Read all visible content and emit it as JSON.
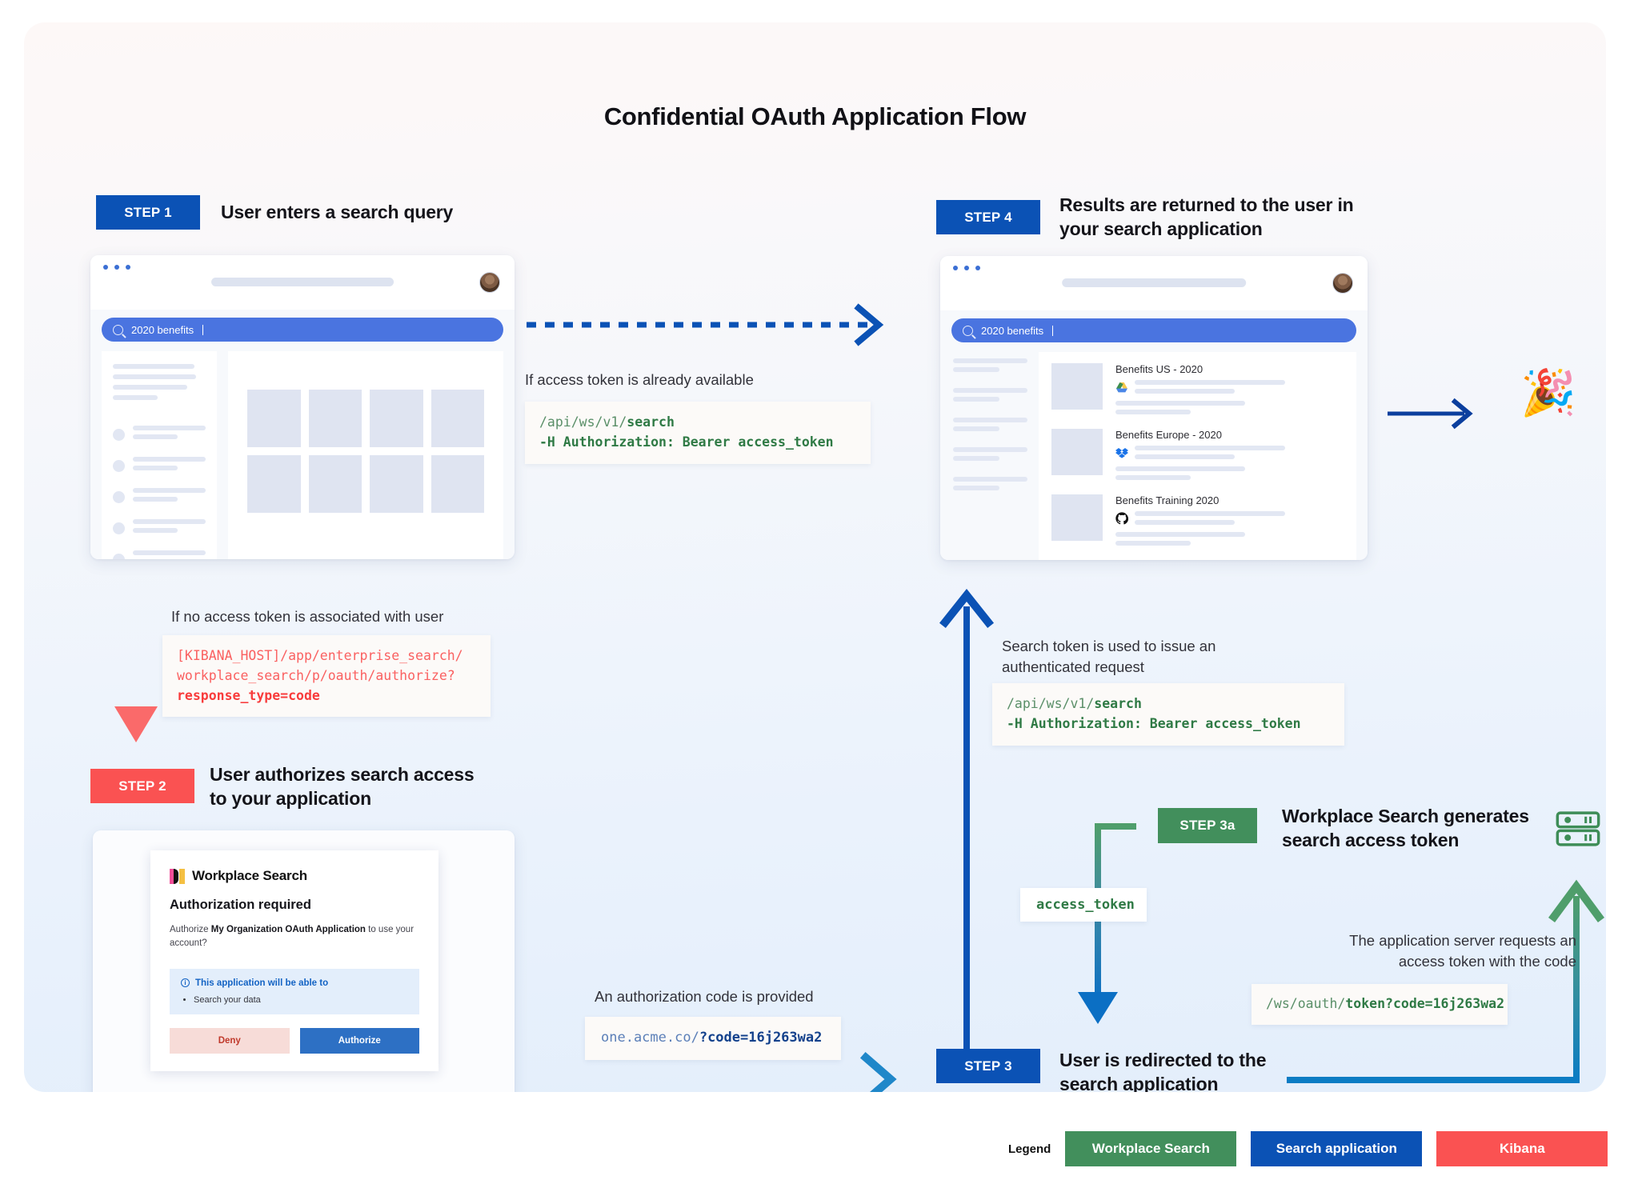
{
  "title": "Confidential OAuth Application Flow",
  "steps": {
    "step1": {
      "pill": "STEP 1",
      "label": "User enters a search query"
    },
    "step2": {
      "pill": "STEP 2",
      "label": "User authorizes search access\nto your application"
    },
    "step3": {
      "pill": "STEP 3",
      "label": "User is redirected to the\nsearch application"
    },
    "step3a": {
      "pill": "STEP 3a",
      "label": "Workplace Search generates\nsearch access token"
    },
    "step4": {
      "pill": "STEP 4",
      "label": "Results are returned to the user in\nyour search application"
    }
  },
  "search_app": {
    "query": "2020 benefits",
    "search_icon": "magnifier-icon",
    "avatar": "user-avatar"
  },
  "results": [
    {
      "title": "Benefits US - 2020",
      "source_icon": "google-drive-icon"
    },
    {
      "title": "Benefits Europe - 2020",
      "source_icon": "dropbox-icon"
    },
    {
      "title": "Benefits Training 2020",
      "source_icon": "github-icon"
    }
  ],
  "notes": {
    "token_available": "If access token is already available",
    "no_token": "If no access token is associated with user",
    "search_token_used": "Search token is used to issue an\nauthenticated request",
    "auth_code_provided": "An authorization code is provided",
    "server_requests_token": "The application server requests an\naccess token with the code"
  },
  "code": {
    "search_request_1": {
      "dim": "/api/ws/v1/",
      "bold": "search",
      "line2": "-H Authorization: Bearer access_token"
    },
    "search_request_2": {
      "dim": "/api/ws/v1/",
      "bold": "search",
      "line2": "-H Authorization: Bearer access_token"
    },
    "kibana_authorize": {
      "l1": "[KIBANA_HOST]/app/enterprise_search/",
      "l2": "workplace_search/p/oauth/authorize?",
      "l3": "response_type=code"
    },
    "redirect_code": {
      "dim": "one.acme.co/",
      "bold": "?code=16j263wa2"
    },
    "token_request": {
      "dim": "/ws/oauth/",
      "bold": "token?code=16j263wa2"
    },
    "access_token": "access_token"
  },
  "auth_dialog": {
    "product": "Workplace Search",
    "heading": "Authorization required",
    "body_pre": "Authorize ",
    "body_app": "My Organization OAuth Application",
    "body_post": " to use your account?",
    "callout_title": "This application will be able to",
    "callout_items": [
      "Search your data"
    ],
    "deny_button": "Deny",
    "authorize_button": "Authorize"
  },
  "celebration_emoji": "🎉",
  "legend": {
    "label": "Legend",
    "items": [
      {
        "text": "Workplace Search",
        "color": "#428f5c"
      },
      {
        "text": "Search application",
        "color": "#0b52b5"
      },
      {
        "text": "Kibana",
        "color": "#fa5252"
      }
    ]
  },
  "colors": {
    "blue": "#0b52b5",
    "red": "#fa5252",
    "green": "#428f5c",
    "search_blue": "#4a74e0"
  }
}
